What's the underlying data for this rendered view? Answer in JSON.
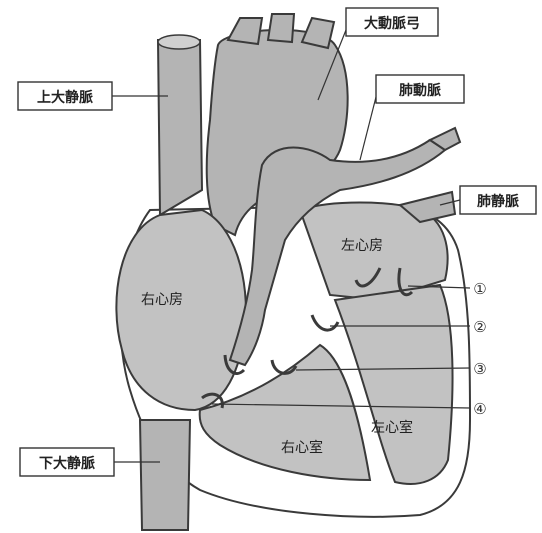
{
  "labels": {
    "superior_vena_cava": "上大静脈",
    "aortic_arch": "大動脈弓",
    "pulmonary_artery": "肺動脈",
    "pulmonary_vein": "肺静脈",
    "inferior_vena_cava": "下大静脈",
    "right_atrium": "右心房",
    "left_atrium": "左心房",
    "right_ventricle": "右心室",
    "left_ventricle": "左心室"
  },
  "markers": [
    "①",
    "②",
    "③",
    "④"
  ],
  "colors": {
    "vessel_fill": "#b4b4b4",
    "chamber_fill": "#c2c2c2",
    "outline": "#3a3a3a",
    "wall": "#ffffff"
  }
}
